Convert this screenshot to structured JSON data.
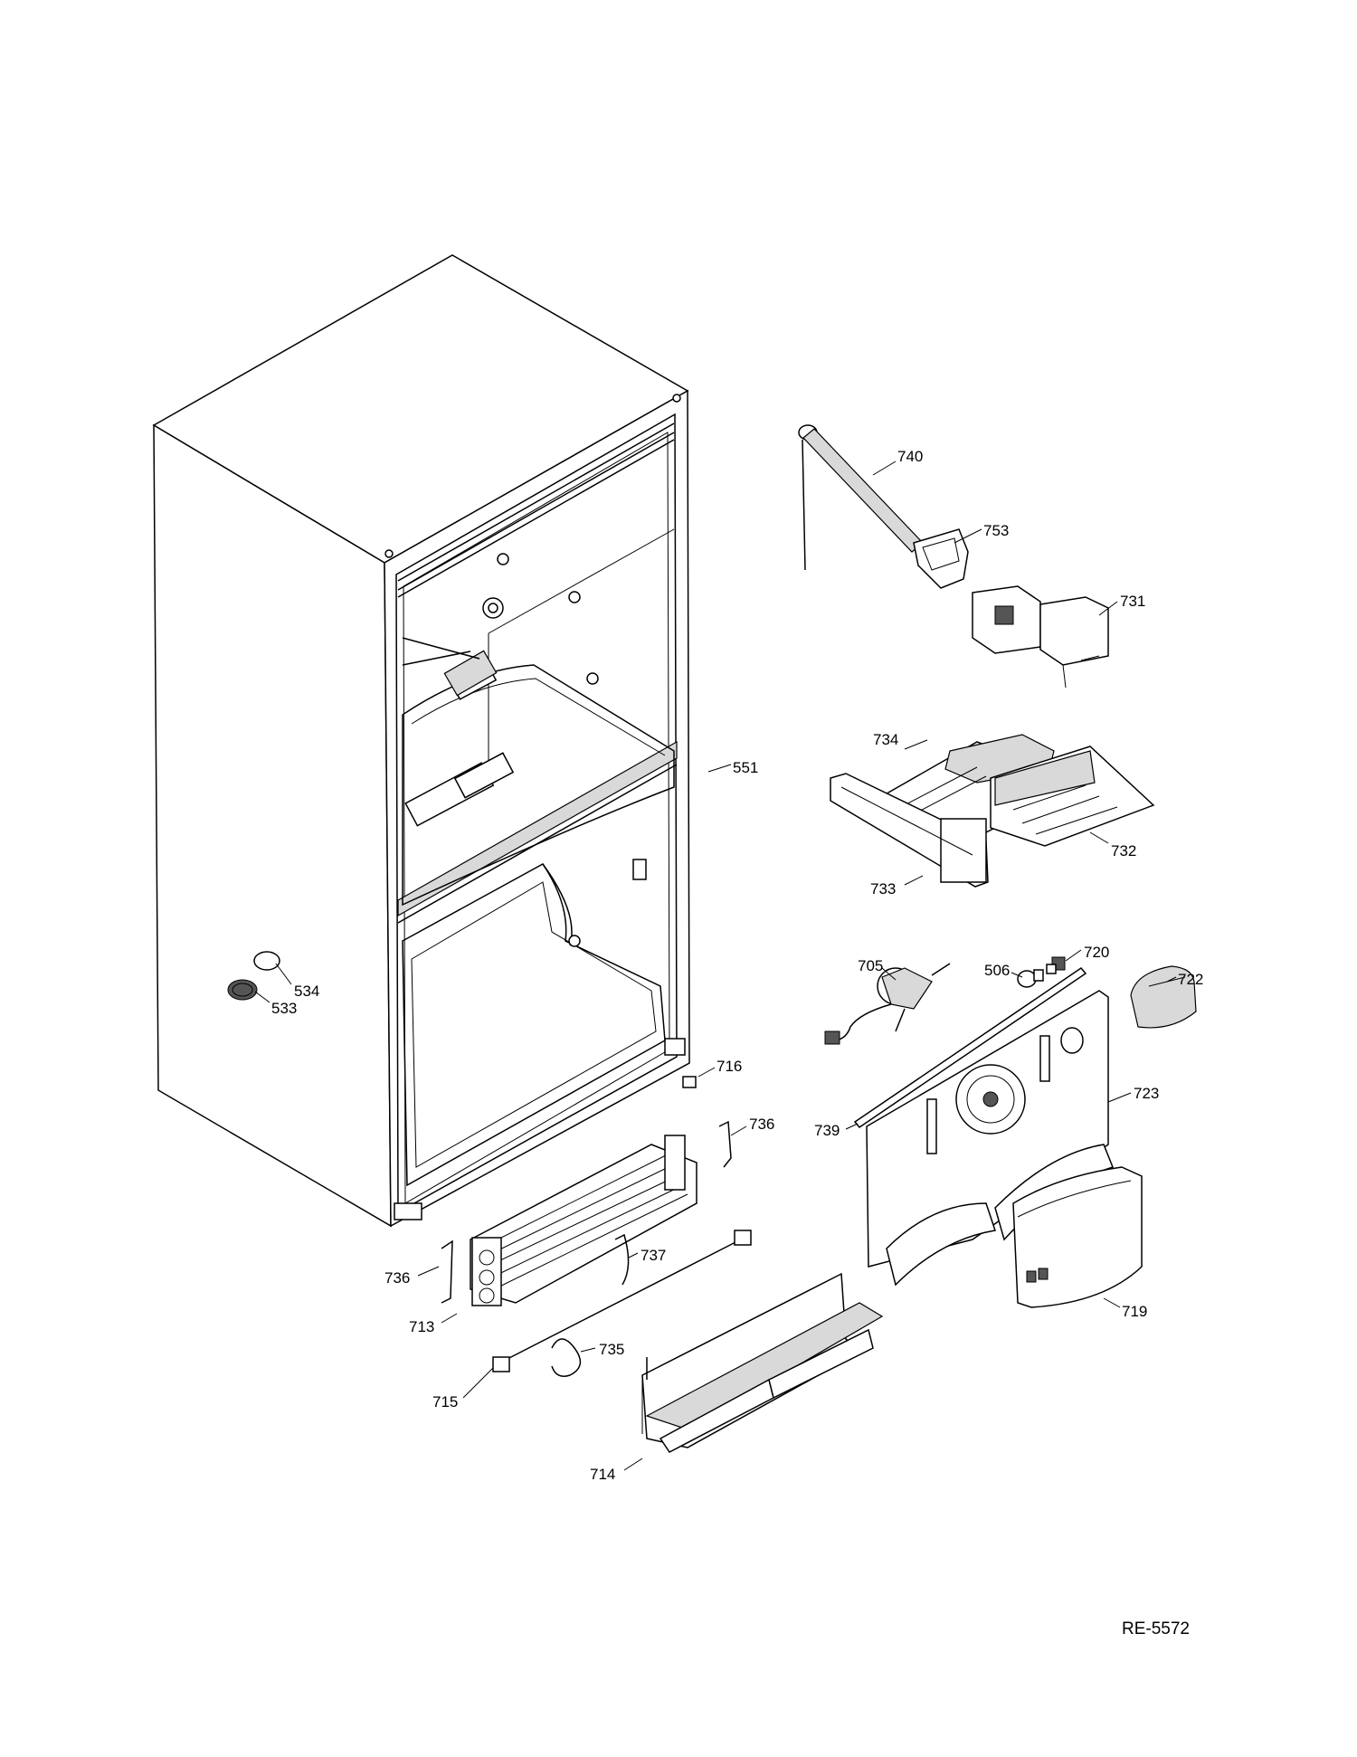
{
  "document_id": "RE-5572",
  "callouts": [
    {
      "id": "740",
      "label": "740"
    },
    {
      "id": "753",
      "label": "753"
    },
    {
      "id": "731",
      "label": "731"
    },
    {
      "id": "551",
      "label": "551"
    },
    {
      "id": "734",
      "label": "734"
    },
    {
      "id": "732",
      "label": "732"
    },
    {
      "id": "733",
      "label": "733"
    },
    {
      "id": "705",
      "label": "705"
    },
    {
      "id": "506",
      "label": "506"
    },
    {
      "id": "720",
      "label": "720"
    },
    {
      "id": "722",
      "label": "722"
    },
    {
      "id": "534",
      "label": "534"
    },
    {
      "id": "533",
      "label": "533"
    },
    {
      "id": "716",
      "label": "716"
    },
    {
      "id": "736a",
      "label": "736"
    },
    {
      "id": "739",
      "label": "739"
    },
    {
      "id": "723",
      "label": "723"
    },
    {
      "id": "736b",
      "label": "736"
    },
    {
      "id": "737",
      "label": "737"
    },
    {
      "id": "713",
      "label": "713"
    },
    {
      "id": "719",
      "label": "719"
    },
    {
      "id": "735",
      "label": "735"
    },
    {
      "id": "715",
      "label": "715"
    },
    {
      "id": "714",
      "label": "714"
    }
  ]
}
